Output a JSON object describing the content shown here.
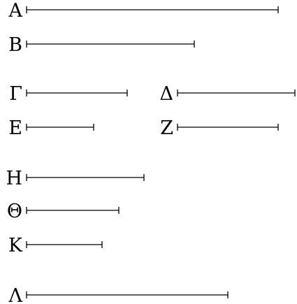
{
  "segments": [
    {
      "label": "Α",
      "length": 15
    },
    {
      "label": "Β",
      "length": 10
    },
    {
      "label": "Γ",
      "length": 6
    },
    {
      "label": "Δ",
      "length": 7
    },
    {
      "label": "Ε",
      "length": 4
    },
    {
      "label": "Ζ",
      "length": 6
    },
    {
      "label": "Η",
      "length": 7
    },
    {
      "label": "Θ",
      "length": 5.5
    },
    {
      "label": "Κ",
      "length": 4.5
    },
    {
      "label": "Λ",
      "length": 12
    }
  ],
  "colors": {
    "ink": "#000000",
    "background": "#ffffff"
  }
}
